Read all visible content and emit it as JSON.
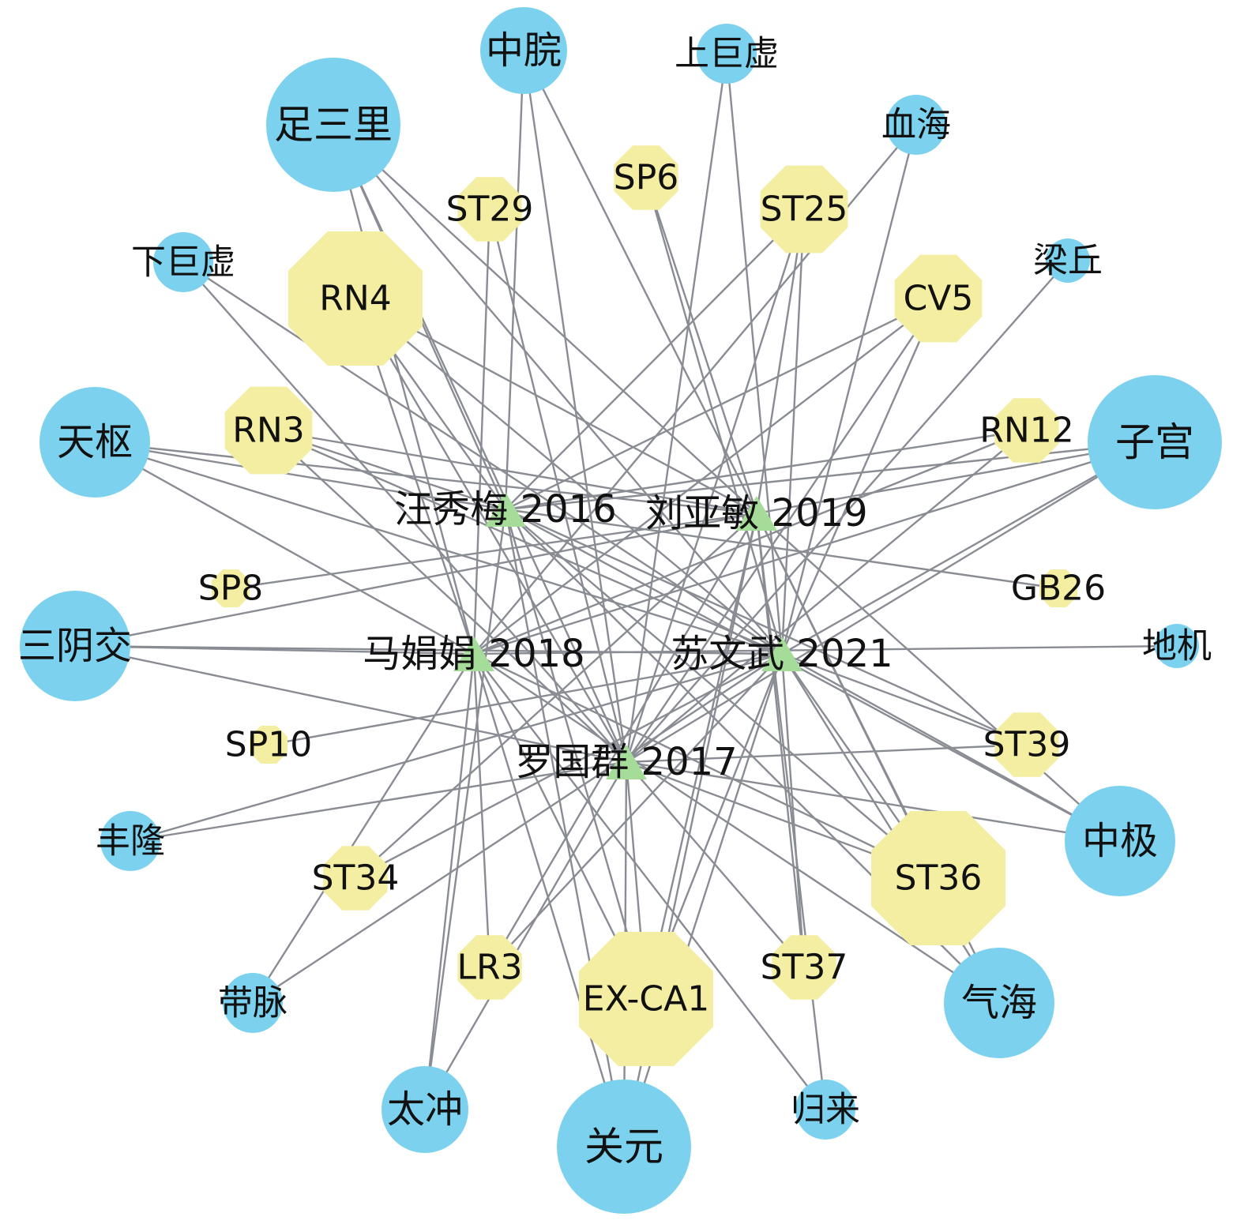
{
  "diagram": {
    "type": "network",
    "palette": {
      "acupoint_name": "#7cd2ee",
      "acupoint_code": "#f3eea2",
      "study": "#a6dc9a",
      "edge": "#8a8c94"
    },
    "shapes": {
      "acupoint_name": "circle",
      "acupoint_code": "octagon",
      "study": "triangle"
    },
    "studies": [
      {
        "id": "wang",
        "label": "汪秀梅 2016"
      },
      {
        "id": "liu",
        "label": "刘亚敏 2019"
      },
      {
        "id": "ma",
        "label": "马娟娟 2018"
      },
      {
        "id": "su",
        "label": "苏文武 2021"
      },
      {
        "id": "luo",
        "label": "罗国群 2017"
      }
    ],
    "acupoint_names": [
      {
        "id": "zhongwan",
        "label": "中脘",
        "degree": 3
      },
      {
        "id": "shangjuxu",
        "label": "上巨虚",
        "degree": 2
      },
      {
        "id": "zusanli",
        "label": "足三里",
        "degree": 5
      },
      {
        "id": "xuehai",
        "label": "血海",
        "degree": 2
      },
      {
        "id": "xiajuxu",
        "label": "下巨虚",
        "degree": 2
      },
      {
        "id": "liangqiu",
        "label": "梁丘",
        "degree": 1
      },
      {
        "id": "tianshu",
        "label": "天枢",
        "degree": 4
      },
      {
        "id": "zigong",
        "label": "子宫",
        "degree": 5
      },
      {
        "id": "sanyinjiao",
        "label": "三阴交",
        "degree": 4
      },
      {
        "id": "diji",
        "label": "地机",
        "degree": 1
      },
      {
        "id": "fenglong",
        "label": "丰隆",
        "degree": 2
      },
      {
        "id": "zhongji",
        "label": "中极",
        "degree": 4
      },
      {
        "id": "qihai",
        "label": "气海",
        "degree": 4
      },
      {
        "id": "daimai",
        "label": "带脉",
        "degree": 2
      },
      {
        "id": "taichong",
        "label": "太冲",
        "degree": 3
      },
      {
        "id": "guanyuan",
        "label": "关元",
        "degree": 5
      },
      {
        "id": "guilai",
        "label": "归来",
        "degree": 2
      }
    ],
    "acupoint_codes": [
      {
        "id": "sp6",
        "label": "SP6",
        "degree": 2
      },
      {
        "id": "st29",
        "label": "ST29",
        "degree": 2
      },
      {
        "id": "st25",
        "label": "ST25",
        "degree": 4
      },
      {
        "id": "rn4",
        "label": "RN4",
        "degree": 5
      },
      {
        "id": "cv5",
        "label": "CV5",
        "degree": 4
      },
      {
        "id": "rn3",
        "label": "RN3",
        "degree": 4
      },
      {
        "id": "rn12",
        "label": "RN12",
        "degree": 3
      },
      {
        "id": "sp8",
        "label": "SP8",
        "degree": 1
      },
      {
        "id": "gb26",
        "label": "GB26",
        "degree": 1
      },
      {
        "id": "sp10",
        "label": "SP10",
        "degree": 1
      },
      {
        "id": "st39",
        "label": "ST39",
        "degree": 3
      },
      {
        "id": "st34",
        "label": "ST34",
        "degree": 2
      },
      {
        "id": "st36",
        "label": "ST36",
        "degree": 5
      },
      {
        "id": "lr3",
        "label": "LR3",
        "degree": 3
      },
      {
        "id": "exca1",
        "label": "EX-CA1",
        "degree": 5
      },
      {
        "id": "st37",
        "label": "ST37",
        "degree": 3
      }
    ],
    "edges": [
      [
        "zhongwan",
        "wang"
      ],
      [
        "zhongwan",
        "liu"
      ],
      [
        "zhongwan",
        "luo"
      ],
      [
        "shangjuxu",
        "su"
      ],
      [
        "shangjuxu",
        "luo"
      ],
      [
        "zusanli",
        "wang"
      ],
      [
        "zusanli",
        "liu"
      ],
      [
        "zusanli",
        "ma"
      ],
      [
        "zusanli",
        "su"
      ],
      [
        "zusanli",
        "luo"
      ],
      [
        "xuehai",
        "ma"
      ],
      [
        "xuehai",
        "su"
      ],
      [
        "xiajuxu",
        "su"
      ],
      [
        "xiajuxu",
        "luo"
      ],
      [
        "liangqiu",
        "luo"
      ],
      [
        "tianshu",
        "wang"
      ],
      [
        "tianshu",
        "liu"
      ],
      [
        "tianshu",
        "ma"
      ],
      [
        "tianshu",
        "su"
      ],
      [
        "zigong",
        "wang"
      ],
      [
        "zigong",
        "liu"
      ],
      [
        "zigong",
        "ma"
      ],
      [
        "zigong",
        "su"
      ],
      [
        "zigong",
        "luo"
      ],
      [
        "sanyinjiao",
        "liu"
      ],
      [
        "sanyinjiao",
        "ma"
      ],
      [
        "sanyinjiao",
        "su"
      ],
      [
        "sanyinjiao",
        "luo"
      ],
      [
        "diji",
        "ma"
      ],
      [
        "fenglong",
        "su"
      ],
      [
        "fenglong",
        "luo"
      ],
      [
        "zhongji",
        "wang"
      ],
      [
        "zhongji",
        "liu"
      ],
      [
        "zhongji",
        "su"
      ],
      [
        "zhongji",
        "luo"
      ],
      [
        "qihai",
        "wang"
      ],
      [
        "qihai",
        "liu"
      ],
      [
        "qihai",
        "su"
      ],
      [
        "qihai",
        "ma"
      ],
      [
        "daimai",
        "ma"
      ],
      [
        "daimai",
        "su"
      ],
      [
        "taichong",
        "ma"
      ],
      [
        "taichong",
        "wang"
      ],
      [
        "taichong",
        "luo"
      ],
      [
        "guanyuan",
        "wang"
      ],
      [
        "guanyuan",
        "liu"
      ],
      [
        "guanyuan",
        "ma"
      ],
      [
        "guanyuan",
        "su"
      ],
      [
        "guanyuan",
        "luo"
      ],
      [
        "guilai",
        "liu"
      ],
      [
        "guilai",
        "ma"
      ],
      [
        "sp6",
        "liu"
      ],
      [
        "sp6",
        "su"
      ],
      [
        "st29",
        "ma"
      ],
      [
        "st29",
        "luo"
      ],
      [
        "st25",
        "wang"
      ],
      [
        "st25",
        "liu"
      ],
      [
        "st25",
        "su"
      ],
      [
        "st25",
        "luo"
      ],
      [
        "rn4",
        "wang"
      ],
      [
        "rn4",
        "liu"
      ],
      [
        "rn4",
        "ma"
      ],
      [
        "rn4",
        "su"
      ],
      [
        "rn4",
        "luo"
      ],
      [
        "cv5",
        "ma"
      ],
      [
        "cv5",
        "su"
      ],
      [
        "cv5",
        "luo"
      ],
      [
        "cv5",
        "wang"
      ],
      [
        "rn3",
        "wang"
      ],
      [
        "rn3",
        "liu"
      ],
      [
        "rn3",
        "su"
      ],
      [
        "rn3",
        "luo"
      ],
      [
        "rn12",
        "wang"
      ],
      [
        "rn12",
        "ma"
      ],
      [
        "rn12",
        "luo"
      ],
      [
        "sp8",
        "liu"
      ],
      [
        "gb26",
        "wang"
      ],
      [
        "sp10",
        "su"
      ],
      [
        "st39",
        "wang"
      ],
      [
        "st39",
        "su"
      ],
      [
        "st39",
        "luo"
      ],
      [
        "st34",
        "su"
      ],
      [
        "st34",
        "liu"
      ],
      [
        "st36",
        "wang"
      ],
      [
        "st36",
        "liu"
      ],
      [
        "st36",
        "ma"
      ],
      [
        "st36",
        "su"
      ],
      [
        "st36",
        "luo"
      ],
      [
        "lr3",
        "ma"
      ],
      [
        "lr3",
        "su"
      ],
      [
        "lr3",
        "liu"
      ],
      [
        "exca1",
        "wang"
      ],
      [
        "exca1",
        "liu"
      ],
      [
        "exca1",
        "ma"
      ],
      [
        "exca1",
        "su"
      ],
      [
        "exca1",
        "luo"
      ],
      [
        "st37",
        "liu"
      ],
      [
        "st37",
        "su"
      ],
      [
        "st37",
        "luo"
      ]
    ]
  }
}
